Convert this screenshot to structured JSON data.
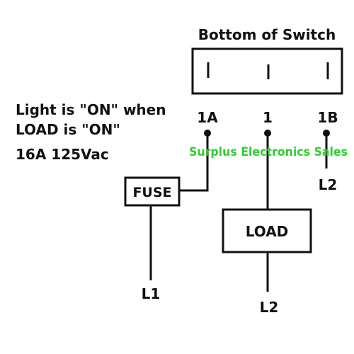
{
  "switch": {
    "title": "Bottom of Switch"
  },
  "description": {
    "line1": "Light is \"ON\" when",
    "line2": "LOAD is \"ON\"",
    "rating": "16A 125Vac"
  },
  "terminals": {
    "t1a": "1A",
    "t1": "1",
    "t1b": "1B"
  },
  "components": {
    "fuse": "FUSE",
    "load": "LOAD"
  },
  "lines": {
    "l1": "L1",
    "l2_load": "L2",
    "l2_1b": "L2"
  },
  "watermark": {
    "text": "Surplus Electronics Sales",
    "color": "#33cc33"
  },
  "colors": {
    "ink": "#111111",
    "background": "#ffffff"
  }
}
